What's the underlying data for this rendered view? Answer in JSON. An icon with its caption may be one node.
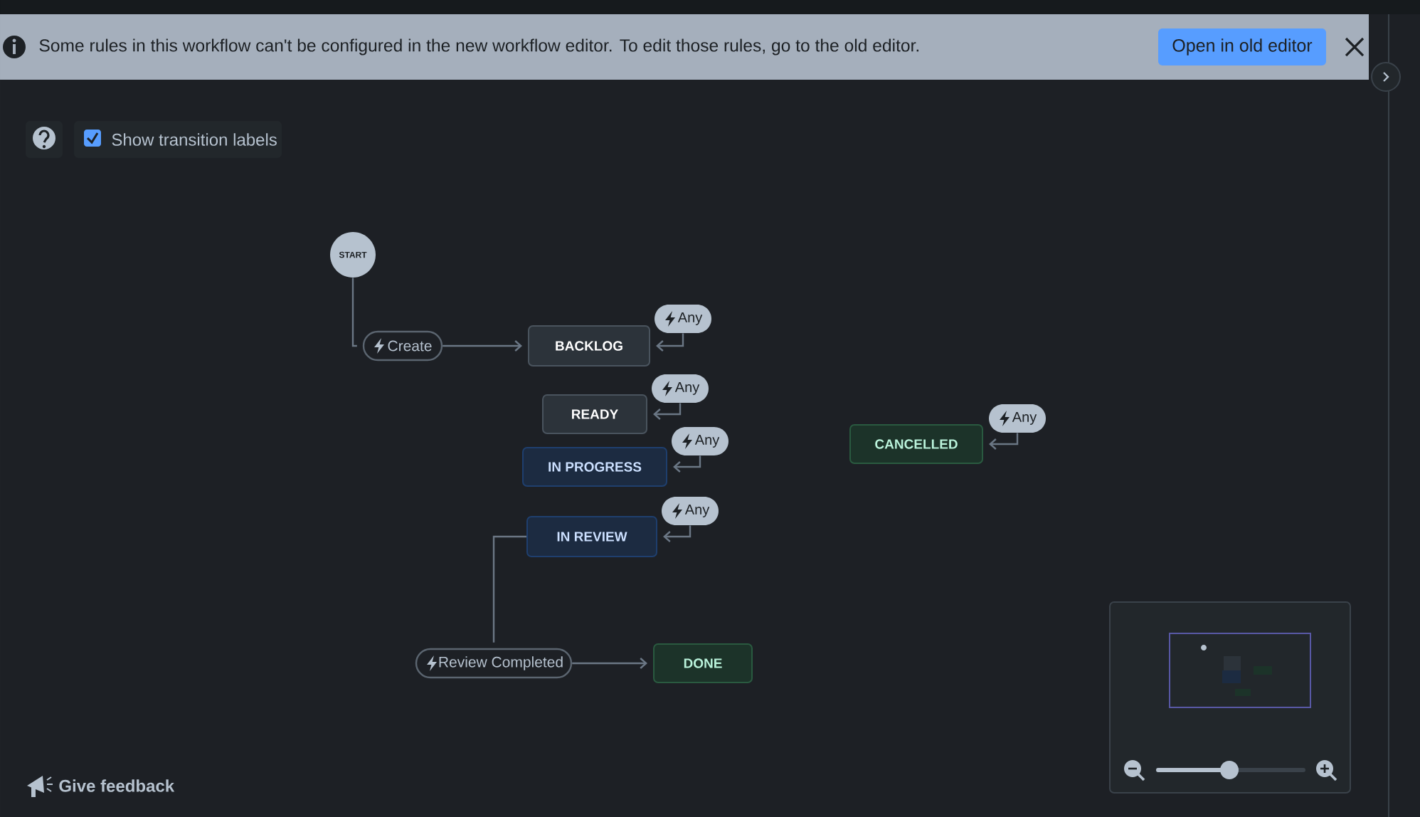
{
  "diagram": {
    "nodes": [
      {
        "text": [
          "START"
        ]
      },
      {
        "text": [
          "Create"
        ]
      },
      {
        "text": [
          "BACKLOG"
        ]
      },
      {
        "text": [
          "Any"
        ]
      },
      {
        "text": [
          "READY"
        ]
      },
      {
        "text": [
          "Any"
        ]
      },
      {
        "text": [
          "IN PROGRESS"
        ]
      },
      {
        "text": [
          "Any"
        ]
      },
      {
        "text": [
          "IN REVIEW"
        ]
      },
      {
        "text": [
          "Any"
        ]
      },
      {
        "text": [
          "Review Completed"
        ]
      },
      {
        "text": [
          "DONE"
        ]
      },
      {
        "text": [
          "CANCELLED"
        ]
      },
      {
        "text": [
          "Any"
        ]
      }
    ],
    "edges": [
      {
        "from": 0,
        "to": 1,
        "arrow": "none"
      },
      {
        "from": 1,
        "to": 2,
        "arrow": "to"
      },
      {
        "from": 3,
        "to": 2,
        "arrow": "to"
      },
      {
        "from": 5,
        "to": 4,
        "arrow": "to"
      },
      {
        "from": 7,
        "to": 6,
        "arrow": "to"
      },
      {
        "from": 9,
        "to": 8,
        "arrow": "to"
      },
      {
        "from": 8,
        "to": 10,
        "arrow": "none"
      },
      {
        "from": 10,
        "to": 11,
        "arrow": "to"
      },
      {
        "from": 13,
        "to": 12,
        "arrow": "to"
      }
    ],
    "labels": [
      "Some rules in this workflow can't be configured in the new workflow editor. To edit those rules, go to the old editor.",
      "Open in old editor",
      "Show transition labels",
      "Give feedback"
    ]
  }
}
